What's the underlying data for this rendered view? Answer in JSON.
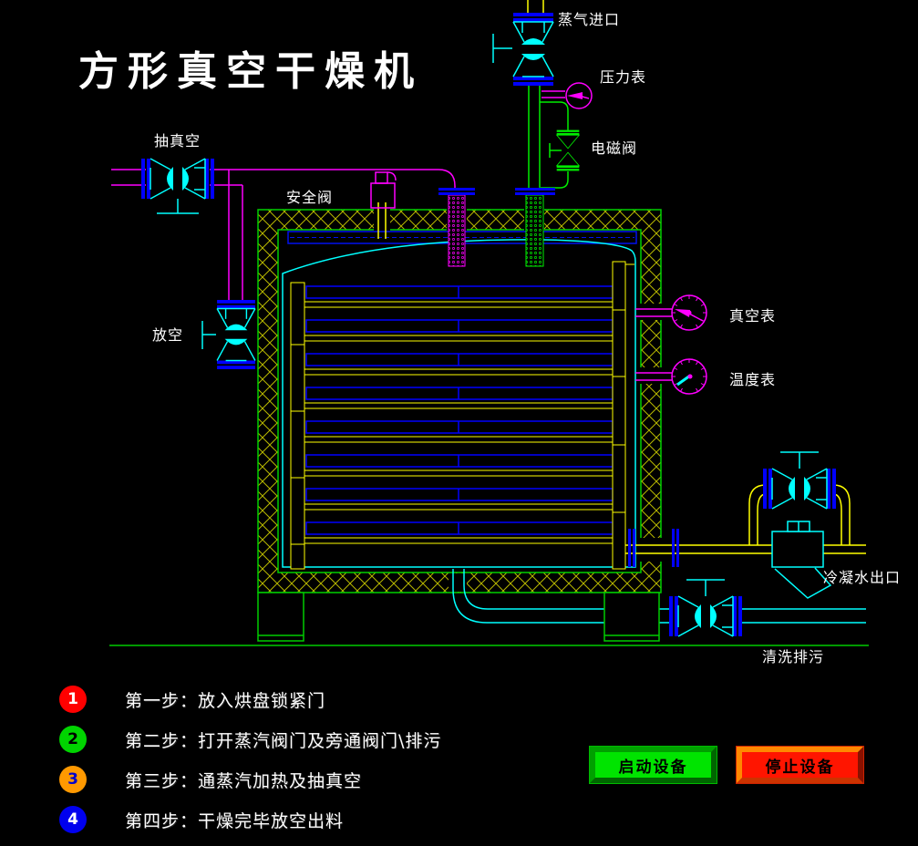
{
  "title": "方形真空干燥机",
  "diagram": {
    "labels": {
      "steam_inlet": "蒸气进口",
      "pressure_gauge": "压力表",
      "solenoid_valve": "电磁阀",
      "vacuum_pump": "抽真空",
      "safety_valve": "安全阀",
      "vent": "放空",
      "vacuum_gauge": "真空表",
      "temperature_gauge": "温度表",
      "condensate_outlet": "冷凝水出口",
      "flush_drain": "清洗排污"
    },
    "colors": {
      "pipe_magenta": "#ff00ff",
      "pipe_green": "#00ee00",
      "pipe_cyan": "#00ffff",
      "pipe_yellow": "#ffff00",
      "flange_blue": "#0000ff",
      "wall_green": "#00cc00",
      "hatch_yellow": "#b8b800"
    }
  },
  "steps": [
    {
      "number": "1",
      "color": "#ff0000",
      "number_color": "#ffffff",
      "text": "第一步：放入烘盘锁紧门"
    },
    {
      "number": "2",
      "color": "#00d400",
      "number_color": "#000000",
      "text": "第二步：打开蒸汽阀门及旁通阀门\\排污"
    },
    {
      "number": "3",
      "color": "#ff9900",
      "number_color": "#0000cc",
      "text": "第三步：通蒸汽加热及抽真空"
    },
    {
      "number": "4",
      "color": "#0000ee",
      "number_color": "#ffffff",
      "text": "第四步：干燥完毕放空出料"
    }
  ],
  "buttons": {
    "start": "启动设备",
    "stop": "停止设备"
  }
}
